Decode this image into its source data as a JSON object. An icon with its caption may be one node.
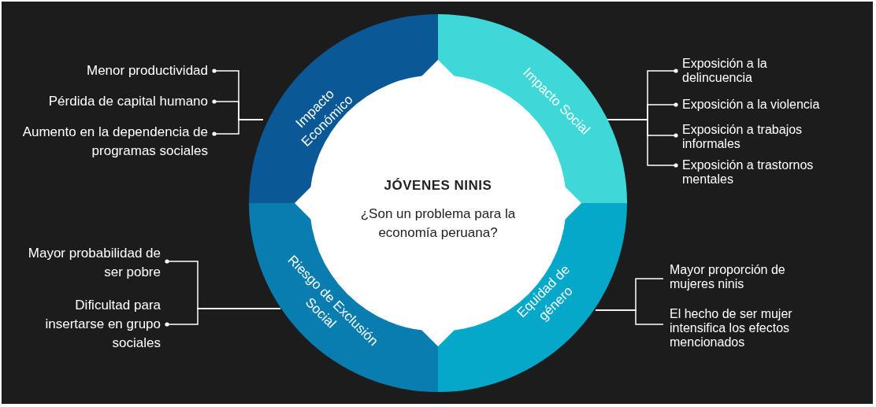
{
  "diagram": {
    "nodes": [
      {
        "text": [
          "JÓVENES NINIS",
          "¿Son un problema para la economía peruana?"
        ]
      },
      {
        "text": [
          "Impacto Económico"
        ]
      },
      {
        "text": [
          "Impacto Social"
        ]
      },
      {
        "text": [
          "Riesgo de Exclusión Social"
        ]
      },
      {
        "text": [
          "Equidad de género"
        ]
      },
      {
        "text": [
          "Menor productividad"
        ]
      },
      {
        "text": [
          "Pérdida de capital humano"
        ]
      },
      {
        "text": [
          "Aumento en la dependencia de programas sociales"
        ]
      },
      {
        "text": [
          "Exposición a la delincuencia"
        ]
      },
      {
        "text": [
          "Exposición a la violencia"
        ]
      },
      {
        "text": [
          "Exposición a trabajos informales"
        ]
      },
      {
        "text": [
          "Exposición a trastornos mentales"
        ]
      },
      {
        "text": [
          "Mayor probabilidad de ser pobre"
        ]
      },
      {
        "text": [
          "Dificultad para insertarse en grupo sociales"
        ]
      },
      {
        "text": [
          "Mayor proporción de mujeres ninis"
        ]
      },
      {
        "text": [
          "El hecho de ser mujer intensifica los efectos mencionados"
        ]
      }
    ],
    "edges": [
      {
        "from": 1,
        "to": 5,
        "arrow": "other"
      },
      {
        "from": 1,
        "to": 6,
        "arrow": "other"
      },
      {
        "from": 1,
        "to": 7,
        "arrow": "other"
      },
      {
        "from": 2,
        "to": 8,
        "arrow": "other"
      },
      {
        "from": 2,
        "to": 9,
        "arrow": "other"
      },
      {
        "from": 2,
        "to": 10,
        "arrow": "other"
      },
      {
        "from": 2,
        "to": 11,
        "arrow": "other"
      },
      {
        "from": 3,
        "to": 12,
        "arrow": "other"
      },
      {
        "from": 3,
        "to": 13,
        "arrow": "other"
      },
      {
        "from": 4,
        "to": 14,
        "arrow": "none"
      },
      {
        "from": 4,
        "to": 15,
        "arrow": "none"
      }
    ]
  }
}
